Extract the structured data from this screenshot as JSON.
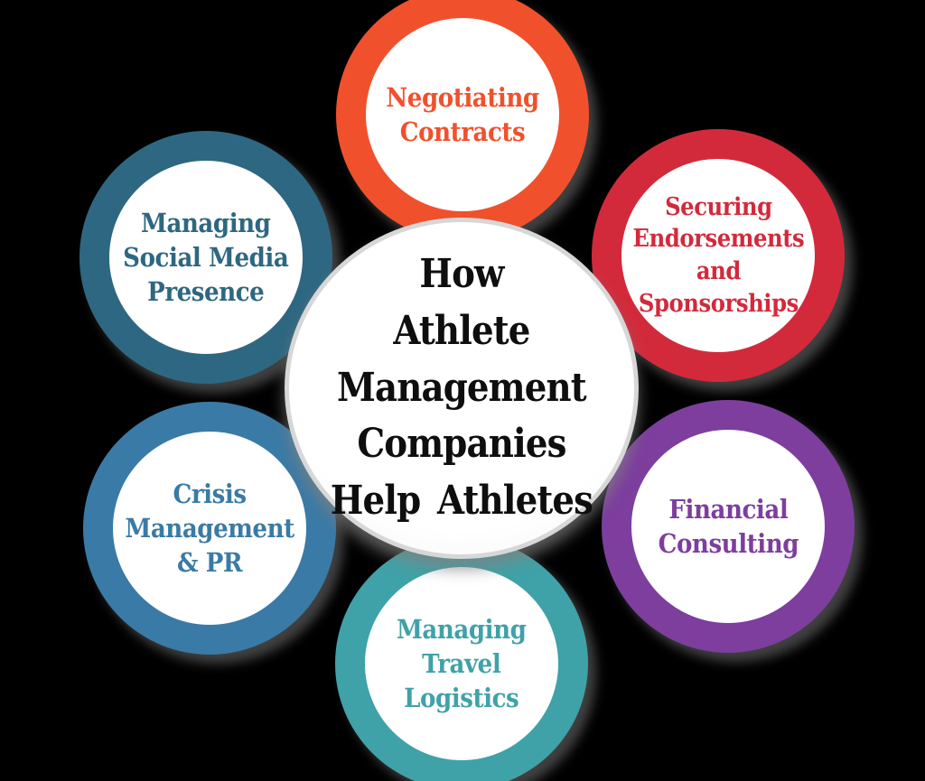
{
  "background_color": "#000000",
  "center": {
    "title": "How\nAthlete\nManagement\nCompanies\nHelp Athletes",
    "text_color": "#0e0e0e",
    "fill_color": "#ffffff",
    "border_color": "#d7d7d7"
  },
  "petals": [
    {
      "id": "negotiating-contracts",
      "label": "Negotiating\nContracts",
      "color": "#F0512C"
    },
    {
      "id": "securing-endorsements",
      "label": "Securing\nEndorsements\nand\nSponsorships",
      "color": "#D32A3B"
    },
    {
      "id": "financial-consulting",
      "label": "Financial\nConsulting",
      "color": "#7D3E9E"
    },
    {
      "id": "managing-travel-logistics",
      "label": "Managing\nTravel\nLogistics",
      "color": "#3FA2A8"
    },
    {
      "id": "crisis-management-pr",
      "label": "Crisis\nManagement\n& PR",
      "color": "#3A7AA6"
    },
    {
      "id": "managing-social-media-presence",
      "label": "Managing\nSocial Media\nPresence",
      "color": "#2E6781"
    }
  ]
}
